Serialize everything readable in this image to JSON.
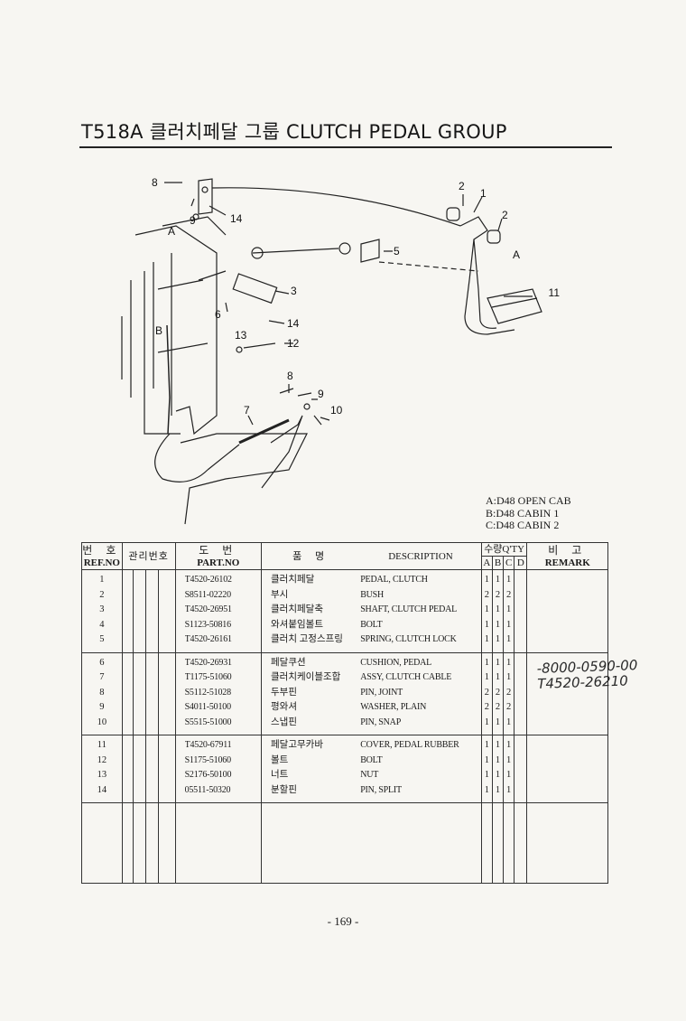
{
  "title": "T518A 클러치페달 그룹 CLUTCH PEDAL GROUP",
  "diagram": {
    "callouts": [
      "8",
      "9",
      "14",
      "2",
      "1",
      "2",
      "A",
      "A",
      "5",
      "3",
      "6",
      "14",
      "B",
      "13",
      "12",
      "11",
      "8",
      "9",
      "10",
      "7"
    ]
  },
  "cab_legend": [
    "A:D48 OPEN CAB",
    "B:D48 CABIN 1",
    "C:D48 CABIN 2"
  ],
  "table": {
    "headers": {
      "ref_ko": "번 호",
      "ref_en": "REF.NO",
      "mgmt_ko": "관리번호",
      "part_ko": "도 번",
      "part_en": "PART.NO",
      "name_ko": "품 명",
      "desc_en": "DESCRIPTION",
      "qty_ko": "수량Q'TY",
      "qty_a": "A",
      "qty_b": "B",
      "qty_c": "C",
      "qty_d": "D",
      "remark_ko": "비 고",
      "remark_en": "REMARK"
    },
    "groups": [
      {
        "rows": [
          {
            "ref": "1",
            "part": "T4520-26102",
            "name": "클러치페달",
            "desc": "PEDAL, CLUTCH",
            "a": "1",
            "b": "1",
            "c": "1"
          },
          {
            "ref": "2",
            "part": "S8511-02220",
            "name": "부시",
            "desc": "BUSH",
            "a": "2",
            "b": "2",
            "c": "2"
          },
          {
            "ref": "3",
            "part": "T4520-26951",
            "name": "클러치페달축",
            "desc": "SHAFT, CLUTCH PEDAL",
            "a": "1",
            "b": "1",
            "c": "1"
          },
          {
            "ref": "4",
            "part": "S1123-50816",
            "name": "와셔붙임볼트",
            "desc": "BOLT",
            "a": "1",
            "b": "1",
            "c": "1"
          },
          {
            "ref": "5",
            "part": "T4520-26161",
            "name": "클러치 고정스프링",
            "desc": "SPRING, CLUTCH LOCK",
            "a": "1",
            "b": "1",
            "c": "1"
          }
        ]
      },
      {
        "rows": [
          {
            "ref": "6",
            "part": "T4520-26931",
            "name": "페달쿠션",
            "desc": "CUSHION, PEDAL",
            "a": "1",
            "b": "1",
            "c": "1"
          },
          {
            "ref": "7",
            "part": "T1175-51060",
            "name": "클러치케이블조합",
            "desc": "ASSY, CLUTCH CABLE",
            "a": "1",
            "b": "1",
            "c": "1"
          },
          {
            "ref": "8",
            "part": "S5112-51028",
            "name": "두부핀",
            "desc": "PIN, JOINT",
            "a": "2",
            "b": "2",
            "c": "2"
          },
          {
            "ref": "9",
            "part": "S4011-50100",
            "name": "평와셔",
            "desc": "WASHER, PLAIN",
            "a": "2",
            "b": "2",
            "c": "2"
          },
          {
            "ref": "10",
            "part": "S5515-51000",
            "name": "스냅핀",
            "desc": "PIN, SNAP",
            "a": "1",
            "b": "1",
            "c": "1"
          }
        ]
      },
      {
        "rows": [
          {
            "ref": "11",
            "part": "T4520-67911",
            "name": "페달고무카바",
            "desc": "COVER, PEDAL RUBBER",
            "a": "1",
            "b": "1",
            "c": "1"
          },
          {
            "ref": "12",
            "part": "S1175-51060",
            "name": "볼트",
            "desc": "BOLT",
            "a": "1",
            "b": "1",
            "c": "1"
          },
          {
            "ref": "13",
            "part": "S2176-50100",
            "name": "너트",
            "desc": "NUT",
            "a": "1",
            "b": "1",
            "c": "1"
          },
          {
            "ref": "14",
            "part": "05511-50320",
            "name": "분할핀",
            "desc": "PIN, SPLIT",
            "a": "1",
            "b": "1",
            "c": "1"
          }
        ]
      }
    ]
  },
  "handwritten_note": [
    "-8000-0590-00",
    "T4520-26210"
  ],
  "page_number": "- 169 -"
}
